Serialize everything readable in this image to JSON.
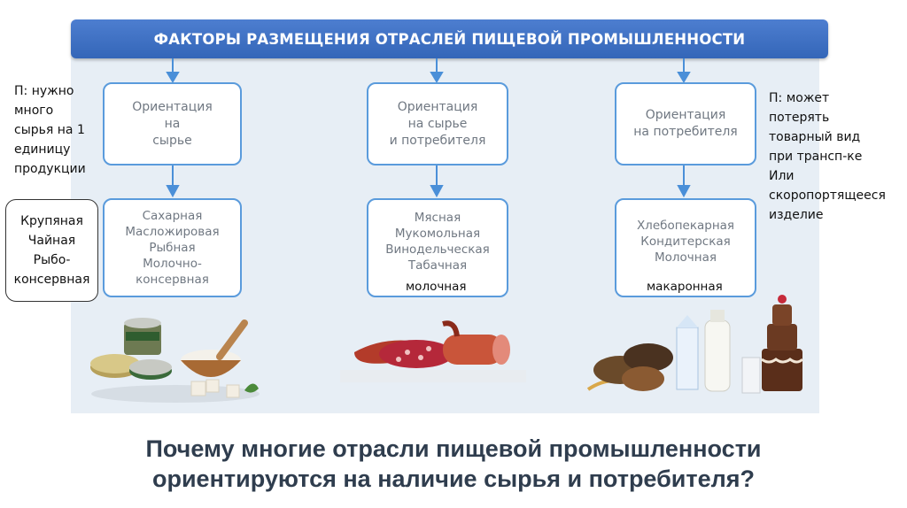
{
  "title": "ФАКТОРЫ РАЗМЕЩЕНИЯ ОТРАСЛЕЙ ПИЩЕВОЙ ПРОМЫШЛЕННОСТИ",
  "columns": [
    {
      "orientation": "Ориентация\nна\nсырье",
      "industries": "Сахарная\nМасложировая\nРыбная\nМолочно-\nконсервная"
    },
    {
      "orientation": "Ориентация\nна сырье\nи потребителя",
      "industries": "Мясная\nМукомольная\nВинодельческая\nТабачная",
      "extra": "молочная"
    },
    {
      "orientation": "Ориентация\nна потребителя",
      "industries": "Хлебопекарная\nКондитерская\nМолочная",
      "extra": "макаронная"
    }
  ],
  "left_note": "П: нужно\nмного\nсырья на 1\nединицу\nпродукции",
  "left_callout": "Крупяная\nЧайная\nРыбо-\nконсервная",
  "right_note": "П: может\nпотерять\nтоварный вид\nпри трансп-ке\nИли\nскоропортящееся\nизделие",
  "question": "Почему многие отрасли пищевой промышленности\nориентируются на наличие сырья и потребителя?",
  "colors": {
    "title_bg": "#3e70c3",
    "box_border": "#5a9bdc",
    "arrow": "#4a8fd8",
    "panel_bg": "#e7eef5"
  }
}
